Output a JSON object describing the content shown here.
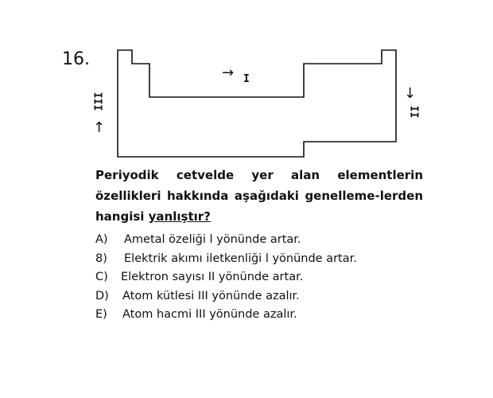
{
  "question": {
    "number": "16.",
    "text_before": "Periyodik cetvelde yer alan elementlerin özellikleri hakkında aşağıdaki genelleme-lerden hangisi ",
    "text_underlined": "yanlıştır?"
  },
  "diagram": {
    "label_I": "I",
    "label_II": "II",
    "label_III": "III",
    "arrow_right": "→",
    "arrow_down": "↓",
    "arrow_up": "↑"
  },
  "options": [
    {
      "key": "A)",
      "text": "Ametal özeliği l yönünde artar."
    },
    {
      "key": "8)",
      "text": "Elektrik akımı iletkenliği l yönünde artar."
    },
    {
      "key": "C)",
      "text": "Elektron sayısı II yönünde artar."
    },
    {
      "key": "D)",
      "text": "Atom kütlesi III yönünde azalır."
    },
    {
      "key": "E)",
      "text": "Atom hacmi III yönünde azalır."
    }
  ]
}
